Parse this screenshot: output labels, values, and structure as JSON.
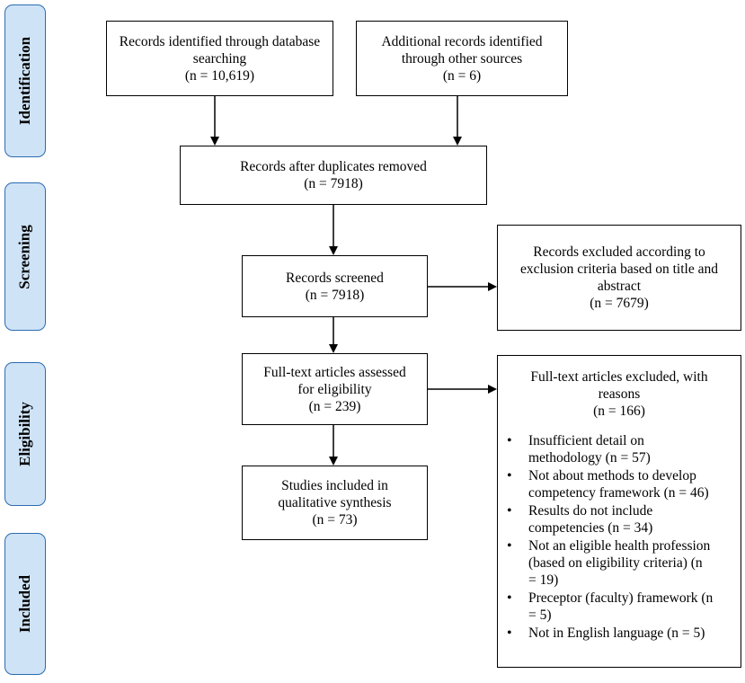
{
  "stages": [
    "Identification",
    "Screening",
    "Eligibility",
    "Included"
  ],
  "boxes": {
    "db_search": [
      "Records identified through database",
      "searching",
      "(n = 10,619)"
    ],
    "other_sources": [
      "Additional records identified",
      "through other sources",
      "(n = 6)"
    ],
    "dedup": [
      "Records after duplicates removed",
      "(n = 7918)"
    ],
    "screened": [
      "Records screened",
      "(n = 7918)"
    ],
    "excluded_title": [
      "Records excluded according to",
      "exclusion criteria based on title and",
      "abstract",
      "(n = 7679)"
    ],
    "fulltext": [
      "Full-text articles assessed",
      "for eligibility",
      "(n = 239)"
    ],
    "included": [
      "Studies included in",
      "qualitative synthesis",
      "(n = 73)"
    ]
  },
  "fulltext_excluded": {
    "header": [
      "Full-text articles excluded, with",
      "reasons",
      "(n = 166)"
    ],
    "reasons": [
      [
        "Insufficient detail on",
        "methodology (n = 57)"
      ],
      [
        "Not about methods to develop",
        "competency framework (n = 46)"
      ],
      [
        "Results do not include",
        "competencies (n = 34)"
      ],
      [
        "Not an eligible health profession",
        "(based on eligibility criteria) (n",
        "= 19)"
      ],
      [
        "Preceptor (faculty) framework (n",
        "= 5)"
      ],
      [
        "Not in English language (n = 5)"
      ]
    ]
  }
}
